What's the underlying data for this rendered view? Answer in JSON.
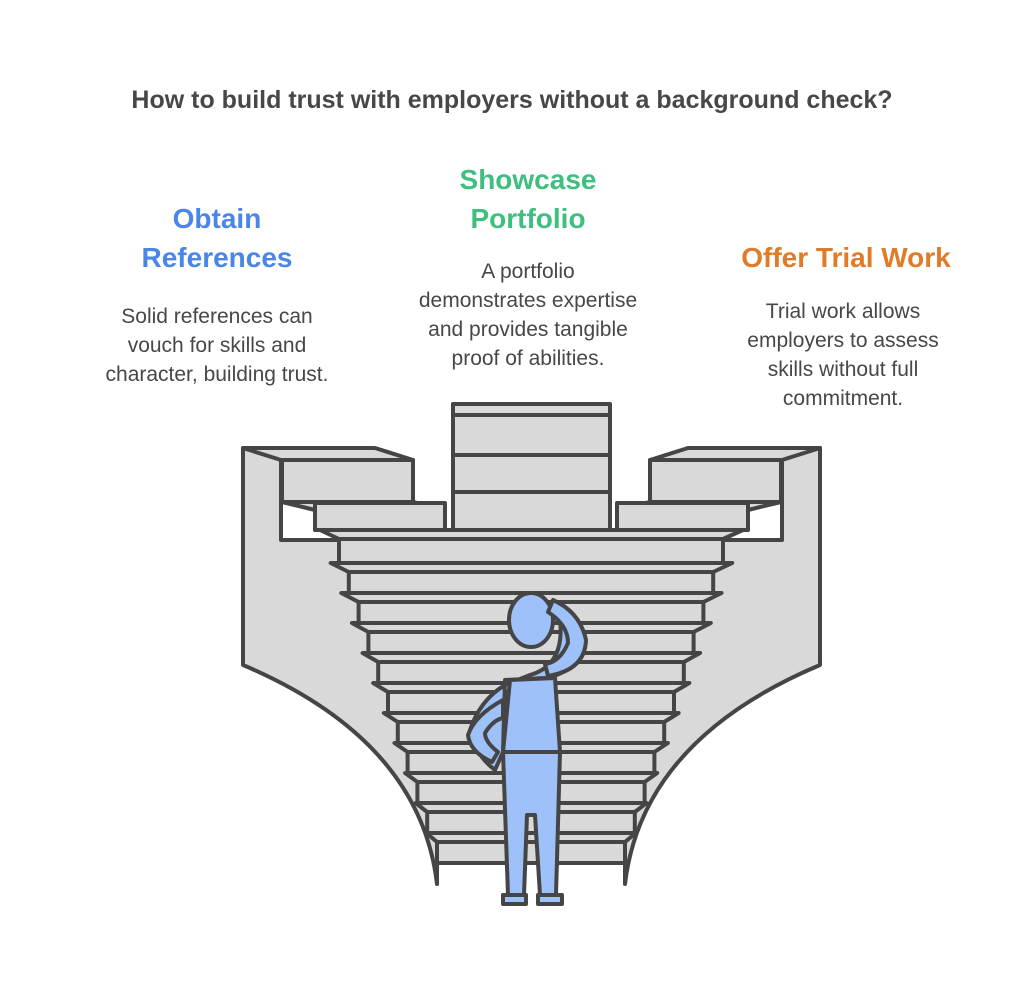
{
  "title": "How to build trust with employers without a background check?",
  "options": [
    {
      "heading_lines": [
        "Obtain",
        "References"
      ],
      "description_lines": [
        "Solid references can",
        "vouch for skills and",
        "character, building trust."
      ],
      "color": "#4a86e8"
    },
    {
      "heading_lines": [
        "Showcase",
        "Portfolio"
      ],
      "description_lines": [
        "A portfolio",
        "demonstrates expertise",
        "and provides tangible",
        "proof of abilities."
      ],
      "color": "#3dbf7e"
    },
    {
      "heading_lines": [
        "Offer Trial Work"
      ],
      "description_lines": [
        "Trial work allows",
        "employers to assess",
        "skills without full",
        "commitment."
      ],
      "color": "#e07b28"
    }
  ],
  "colors": {
    "stone": "#d9d9d9",
    "outline": "#454545",
    "person": "#9ec1fa"
  }
}
